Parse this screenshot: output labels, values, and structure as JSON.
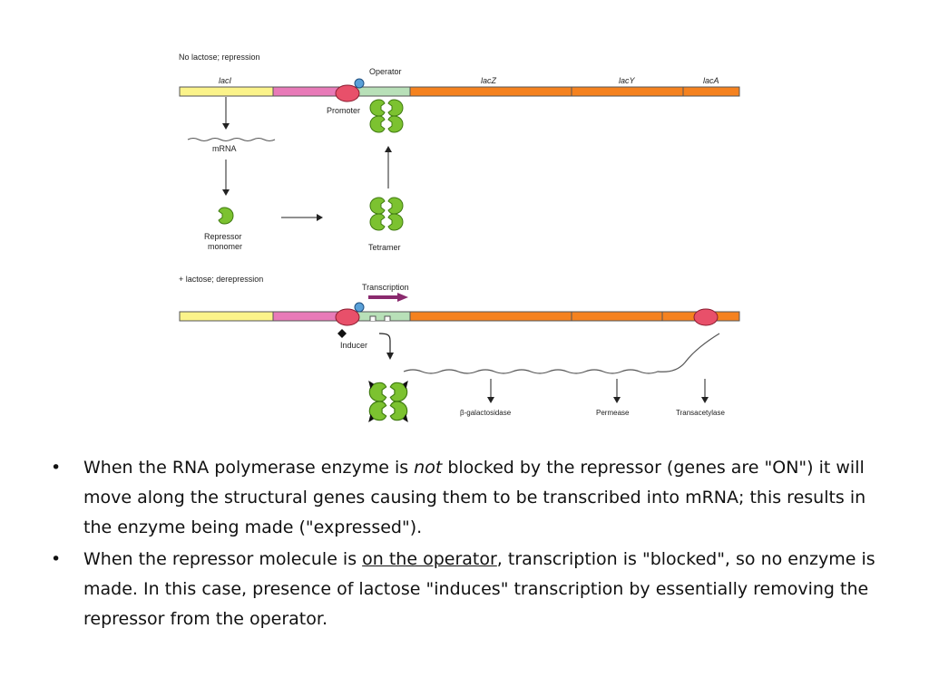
{
  "diagram": {
    "top_heading": "No lactose; repression",
    "bottom_heading": "+ lactose; derepression",
    "genes": {
      "laci": "lacI",
      "lacz": "lacZ",
      "lacy": "lacY",
      "laca": "lacA"
    },
    "labels": {
      "operator": "Operator",
      "promoter": "Promoter",
      "mrna": "mRNA",
      "repressor_monomer_line1": "Repressor",
      "repressor_monomer_line2": "monomer",
      "tetramer": "Tetramer",
      "transcription": "Transcription",
      "inducer": "Inducer"
    },
    "products": [
      "β-galactosidase",
      "Permease",
      "Transacetylase"
    ],
    "colors": {
      "laci": "#fbf38a",
      "promoter_region": "#e87ab8",
      "operator": "#b8e0b8",
      "structural": "#f5821f",
      "rna_polymerase": "#e8506a",
      "repressor": "#7cc230",
      "transcription_arrow": "#8a2a6e"
    }
  },
  "bullets": [
    {
      "before": "When the RNA polymerase enzyme is ",
      "emphasis": "not",
      "after": " blocked by the repressor (genes are \"ON\") it will move along the structural genes causing them to be transcribed into mRNA; this results in the enzyme being made (\"expressed\")."
    },
    {
      "before": "When the repressor molecule is ",
      "underline": "on the operator",
      "after": ", transcription is \"blocked\", so no enzyme is made.  In this case, presence of lactose \"induces\" transcription by essentially removing the repressor from the operator."
    }
  ]
}
